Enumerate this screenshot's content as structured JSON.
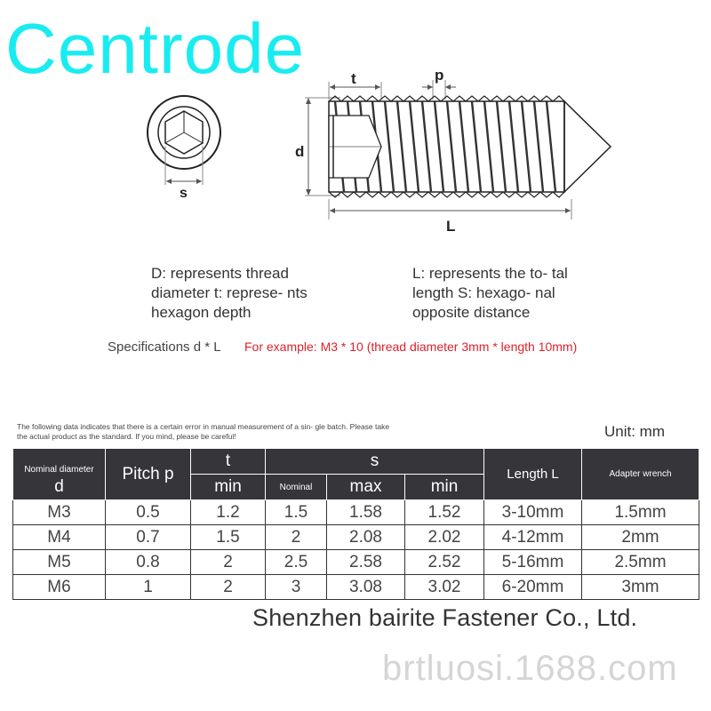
{
  "brand": "Centrode",
  "diagram": {
    "end_view_label": "s",
    "side_labels": {
      "t": "t",
      "p": "p",
      "d": "d",
      "L": "L"
    }
  },
  "descriptions": {
    "left": "D: represents thread diameter t: represe- nts hexagon depth",
    "right": "L: represents the to- tal length S: hexago- nal opposite distance"
  },
  "spec": {
    "label": "Specifications d * L",
    "example": "For example: M3 * 10 (thread diameter 3mm * length 10mm)"
  },
  "note": "The following data indicates that there is a certain error in manual measurement of a sin- gle batch. Please take the actual product as the standard. If you mind, please be careful!",
  "unit": "Unit: mm",
  "table": {
    "headers": {
      "nominal_diameter": "Nominal diameter",
      "d": "d",
      "pitch": "Pitch p",
      "t": "t",
      "t_min": "min",
      "s": "s",
      "s_nominal": "Nominal",
      "s_max": "max",
      "s_min": "min",
      "length": "Length L",
      "wrench": "Adapter wrench"
    },
    "rows": [
      [
        "M3",
        "0.5",
        "1.2",
        "1.5",
        "1.58",
        "1.52",
        "3-10mm",
        "1.5mm"
      ],
      [
        "M4",
        "0.7",
        "1.5",
        "2",
        "2.08",
        "2.02",
        "4-12mm",
        "2mm"
      ],
      [
        "M5",
        "0.8",
        "2",
        "2.5",
        "2.58",
        "2.52",
        "5-16mm",
        "2.5mm"
      ],
      [
        "M6",
        "1",
        "2",
        "3",
        "3.08",
        "3.02",
        "6-20mm",
        "3mm"
      ]
    ]
  },
  "company": "Shenzhen bairite Fastener Co., Ltd.",
  "watermark": "brtluosi.1688.com",
  "colors": {
    "brand": "#19ecf0",
    "header_bg": "#35353a",
    "example_text": "#e0202a"
  }
}
